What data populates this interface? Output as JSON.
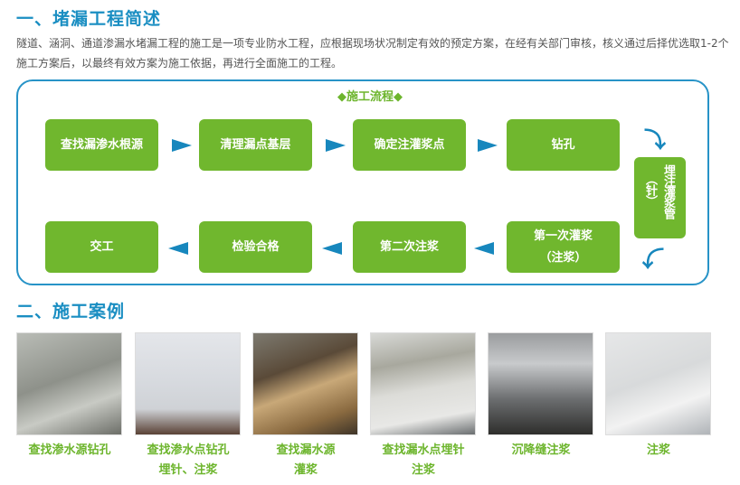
{
  "section1": {
    "title": "一、堵漏工程简述",
    "paragraph": "隧道、涵洞、通道渗漏水堵漏工程的施工是一项专业防水工程，应根据现场状况制定有效的预定方案，在经有关部门审核，核义通过后择优选取1-2个施工方案后，以最终有效方案为施工依据，再进行全面施工的工程。"
  },
  "flow": {
    "title": "◆施工流程◆",
    "top_row": [
      "查找漏渗水根源",
      "清理漏点基层",
      "确定注灌浆点",
      "钻孔"
    ],
    "side_step": {
      "main": "埋注灌浆管",
      "sub": "（针）"
    },
    "bottom_row": [
      "交工",
      "检验合格",
      "第二次注浆"
    ],
    "bottom_last": {
      "line1": "第一次灌浆",
      "line2": "（注浆）"
    },
    "accent_color": "#70b72e",
    "arrow_color": "#1787bd",
    "border_color": "#2793c7"
  },
  "section2": {
    "title": "二、施工案例",
    "cases": [
      {
        "line1": "查找渗水源钻孔",
        "line2": "",
        "photo": "worker-drilling-wall"
      },
      {
        "line1": "查找渗水点钻孔",
        "line2": "埋针、注浆",
        "photo": "worker-drilling-ceiling"
      },
      {
        "line1": "查找漏水源",
        "line2": "灌浆",
        "photo": "tunnel-grouting"
      },
      {
        "line1": "查找漏水点埋针",
        "line2": "注浆",
        "photo": "ceiling-crack-injection"
      },
      {
        "line1": "沉降缝注浆",
        "line2": "",
        "photo": "scaffold-joint-grouting"
      },
      {
        "line1": "注浆",
        "line2": "",
        "photo": "worker-injecting-grout"
      }
    ]
  }
}
